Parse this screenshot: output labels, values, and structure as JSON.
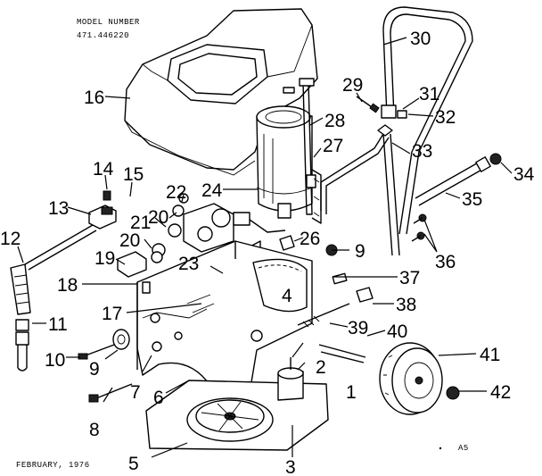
{
  "header": {
    "model_label": "MODEL NUMBER",
    "model_number": "471.446220"
  },
  "footer": {
    "date": "FEBRUARY, 1976",
    "page_code": "A5"
  },
  "callouts": [
    "1",
    "2",
    "3",
    "4",
    "5",
    "6",
    "7",
    "8",
    "9",
    "9",
    "10",
    "11",
    "12",
    "13",
    "14",
    "15",
    "16",
    "17",
    "18",
    "19",
    "20",
    "20",
    "21",
    "22",
    "23",
    "24",
    "26",
    "27",
    "28",
    "29",
    "30",
    "31",
    "32",
    "33",
    "34",
    "35",
    "36",
    "37",
    "38",
    "39",
    "40",
    "41",
    "42"
  ]
}
